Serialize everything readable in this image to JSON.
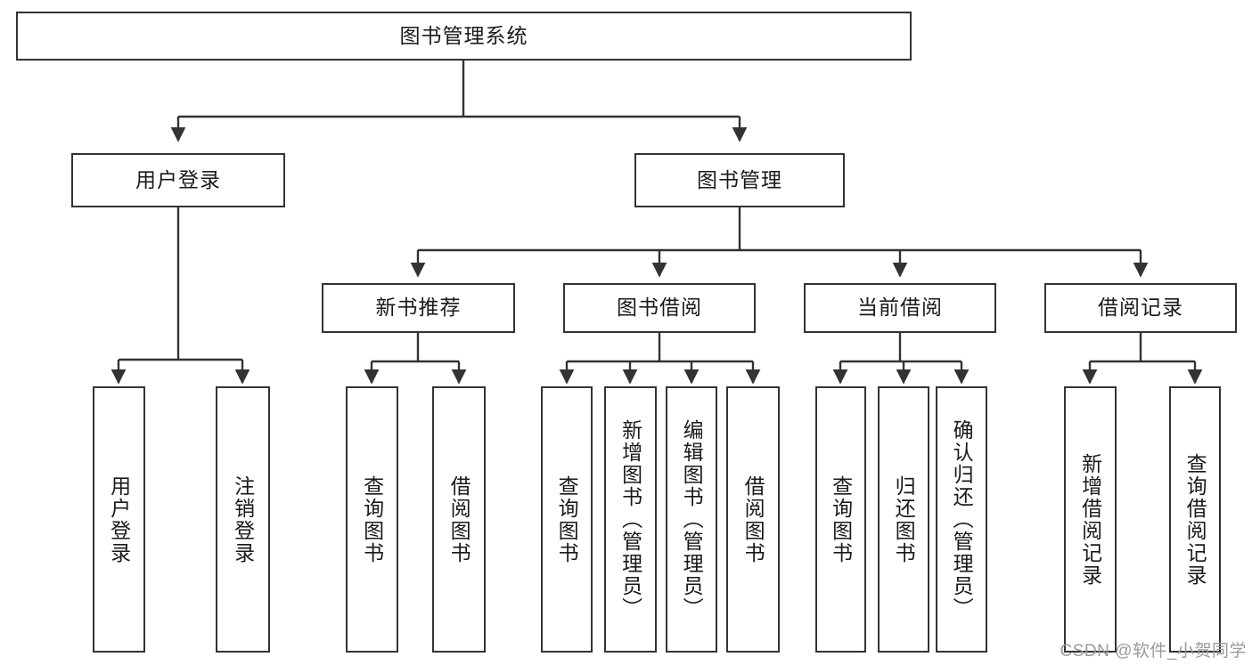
{
  "diagram": {
    "type": "tree-hierarchy",
    "title": "图书管理系统",
    "orientation": "top-down",
    "colors": {
      "box_stroke": "#333333",
      "box_fill": "#ffffff",
      "connector": "#333333",
      "text": "#1a1a1a",
      "watermark": "#9a9a9a"
    },
    "nodes": {
      "root": {
        "label": "图书管理系统"
      },
      "level2": [
        {
          "label": "用户登录"
        },
        {
          "label": "图书管理"
        }
      ],
      "level3": [
        {
          "label": "新书推荐"
        },
        {
          "label": "图书借阅"
        },
        {
          "label": "当前借阅"
        },
        {
          "label": "借阅记录"
        }
      ],
      "leaves_user_login": [
        {
          "label": "用户登录"
        },
        {
          "label": "注销登录"
        }
      ],
      "leaves_new_books": [
        {
          "label": "查询图书"
        },
        {
          "label": "借阅图书"
        }
      ],
      "leaves_borrow": [
        {
          "label": "查询图书"
        },
        {
          "label": "新增图书（管理员）"
        },
        {
          "label": "编辑图书（管理员）"
        },
        {
          "label": "借阅图书"
        }
      ],
      "leaves_current": [
        {
          "label": "查询图书"
        },
        {
          "label": "归还图书"
        },
        {
          "label": "确认归还（管理员）"
        }
      ],
      "leaves_records": [
        {
          "label": "新增借阅记录"
        },
        {
          "label": "查询借阅记录"
        }
      ]
    },
    "watermark": "CSDN @软件_小贺同学"
  }
}
